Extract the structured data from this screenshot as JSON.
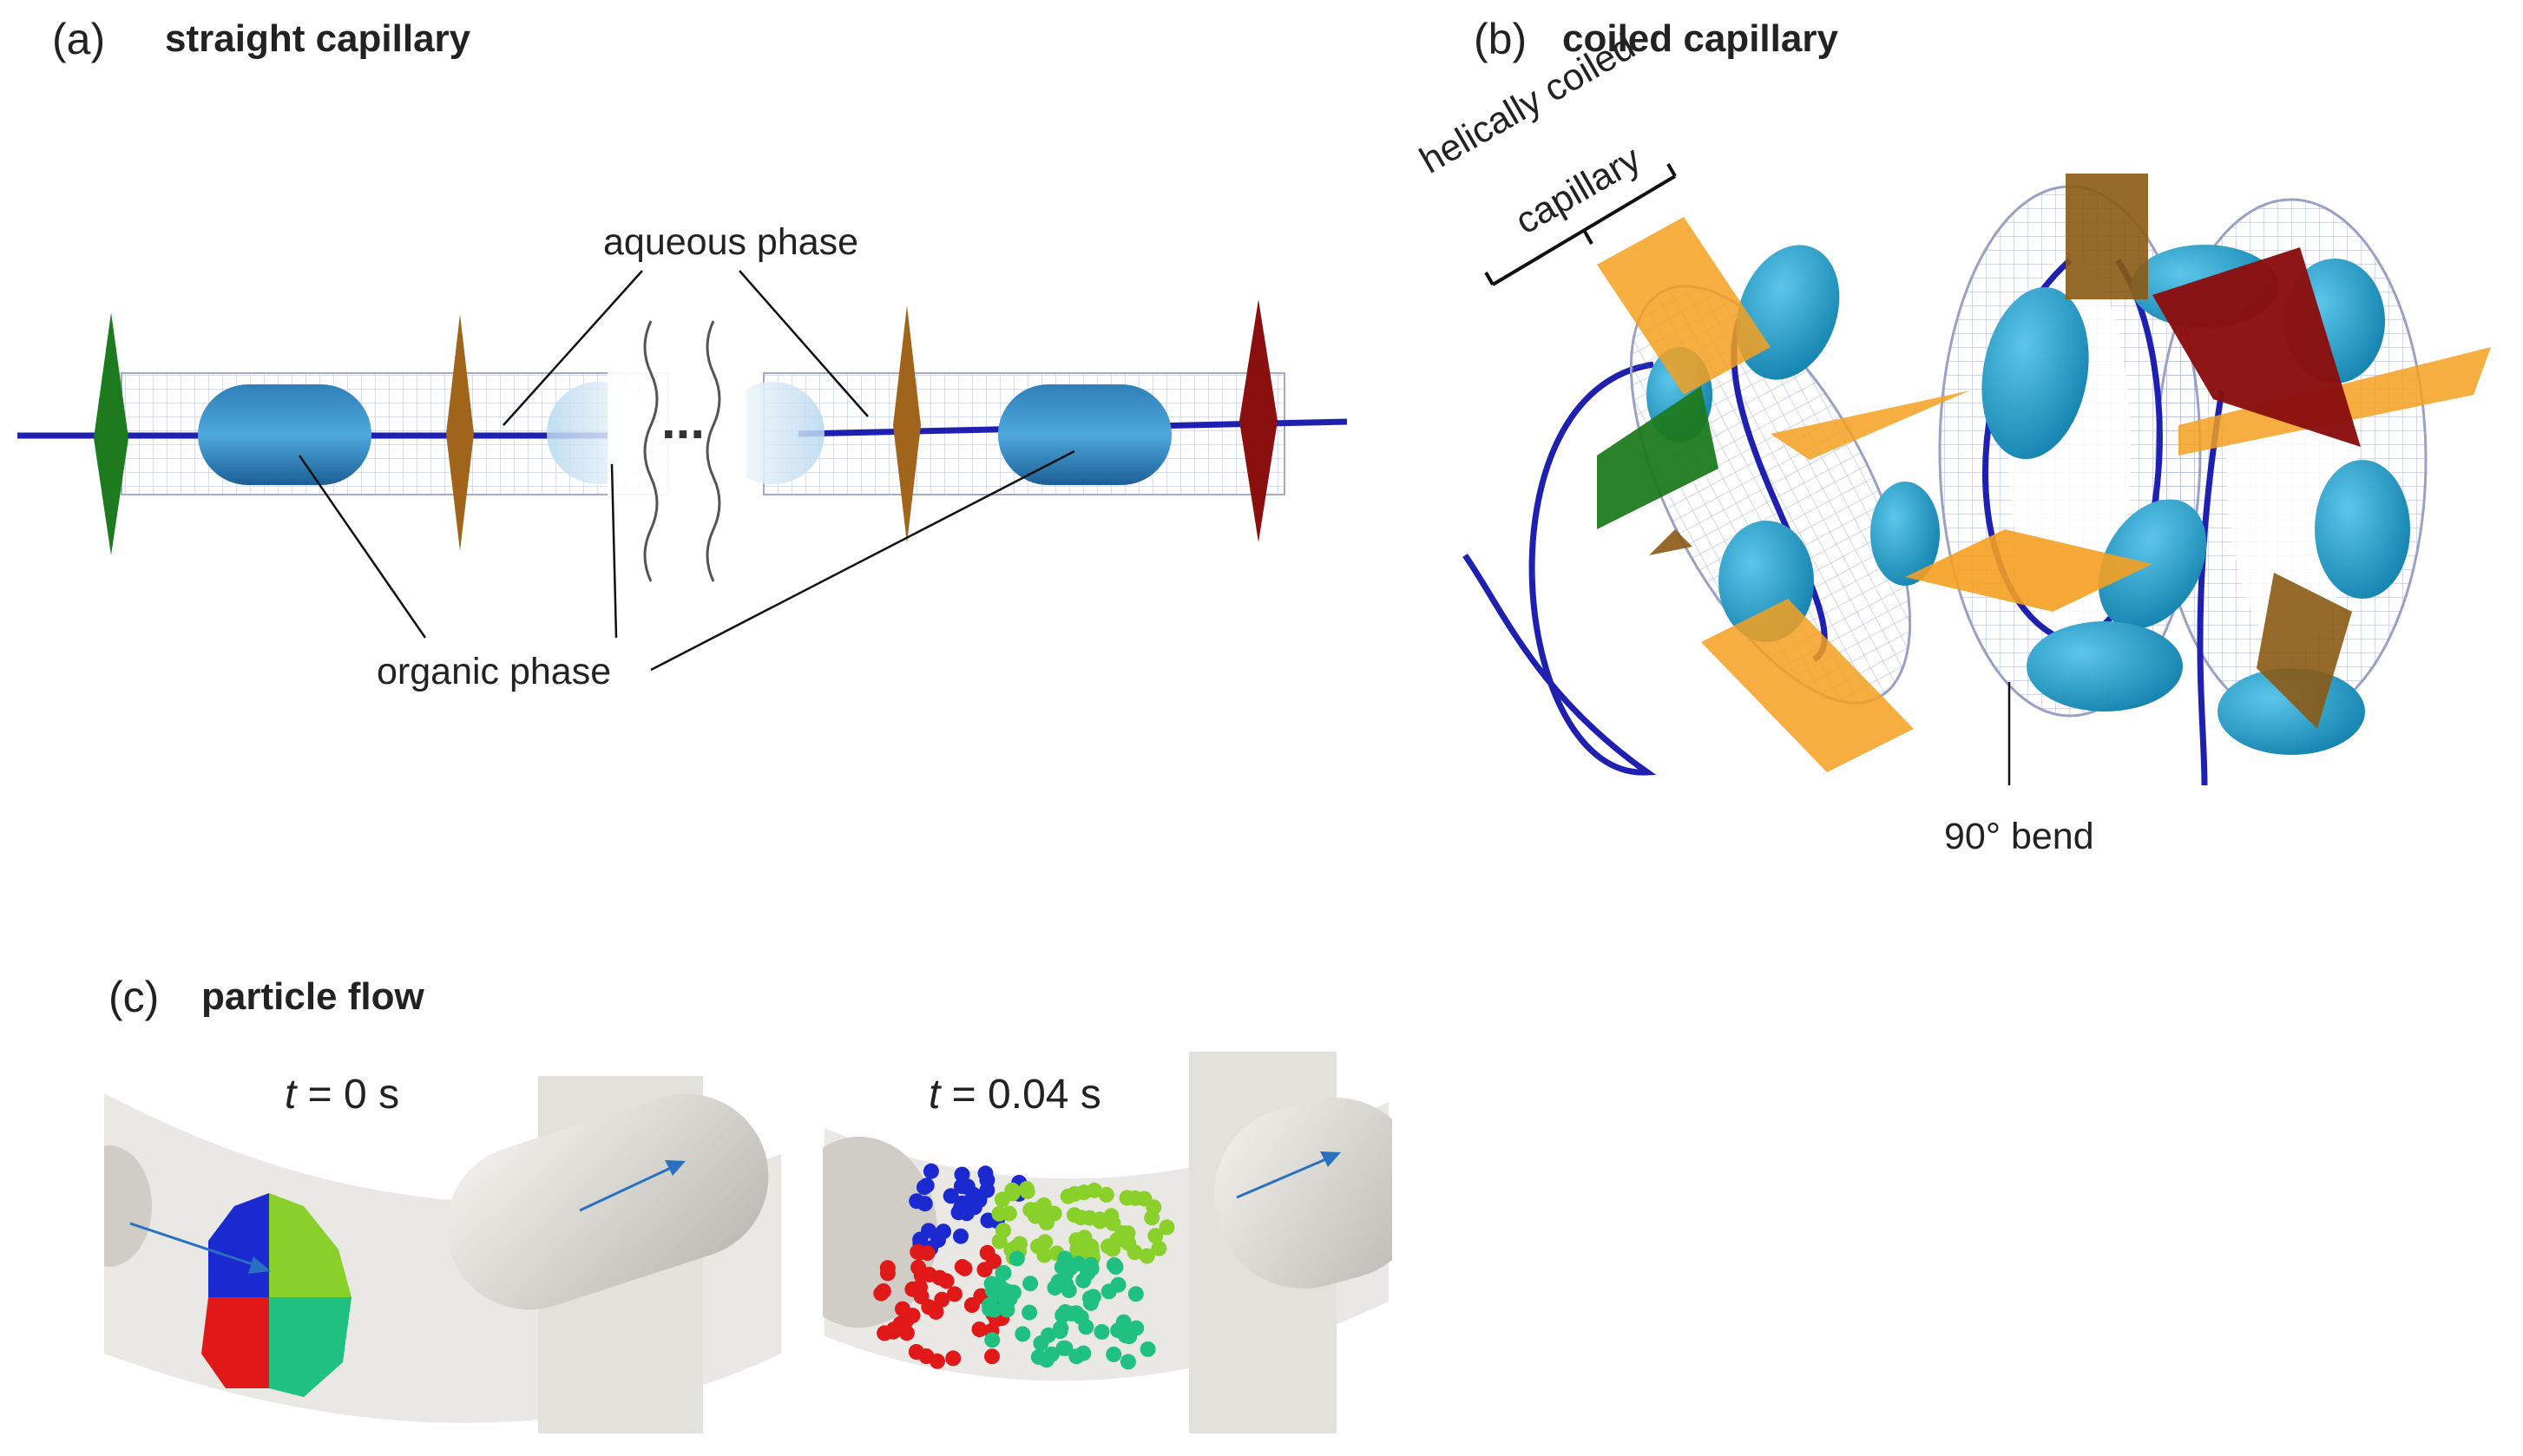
{
  "panels": {
    "a": {
      "letter": "(a)",
      "title": "straight capillary",
      "labels": {
        "aqueous": "aqueous phase",
        "organic": "organic phase",
        "ellipsis": "..."
      }
    },
    "b": {
      "letter": "(b)",
      "title": "coiled capillary",
      "labels": {
        "helical_line1": "helically coiled",
        "helical_line2": "capillary",
        "bend": "90° bend"
      }
    },
    "c": {
      "letter": "(c)",
      "title": "particle flow",
      "snapshots": [
        {
          "var": "t",
          "rest": " = 0 s"
        },
        {
          "var": "t",
          "rest": " = 0.04 s"
        }
      ]
    }
  },
  "colors": {
    "inlet_plane": "#1e7a1e",
    "intermediate_plane": "#a0641a",
    "outlet_plane": "#8a1010",
    "probe_plane": "#f5a020",
    "droplet": "#1aa0c8",
    "centerline": "#2020b0",
    "particle_blue": "#1a2ad0",
    "particle_green": "#8ad02a",
    "particle_red": "#e01818",
    "particle_teal": "#20c080"
  },
  "icons": [
    "flow-direction-arrow",
    "break-mark"
  ]
}
